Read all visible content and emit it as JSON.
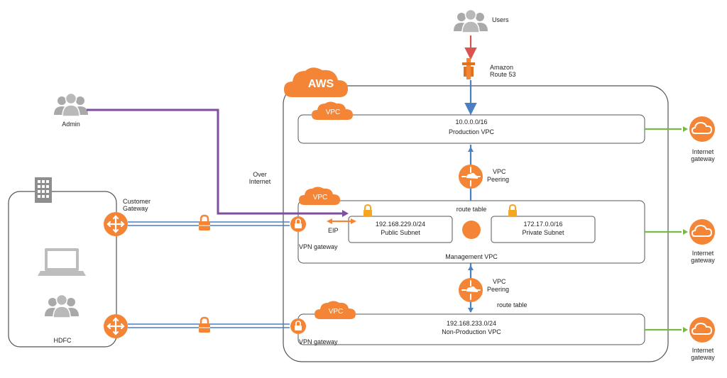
{
  "nodes": {
    "users": "Users",
    "route53": [
      "Amazon",
      "Route 53"
    ],
    "admin": "Admin",
    "aws": "AWS",
    "over_internet": [
      "Over",
      "Internet"
    ],
    "customer_gateway": [
      "Customer",
      "Gateway"
    ],
    "hdfc": "HDFC",
    "eip": "EIP",
    "vpn_gateway_mgmt": "VPN gateway",
    "vpn_gateway_nonprod": "VPN gateway"
  },
  "vpcs": {
    "badge": "VPC",
    "production": {
      "cidr": "10.0.0.0/16",
      "name": "Production VPC"
    },
    "management": {
      "name": "Management VPC",
      "route_table": "route table"
    },
    "nonprod": {
      "cidr": "192.168.233.0/24",
      "name": "Non-Production VPC",
      "route_table": "route table"
    }
  },
  "subnets": {
    "public": {
      "cidr": "192.168.229.0/24",
      "name": "Public Subnet"
    },
    "private": {
      "cidr": "172.17.0.0/16",
      "name": "Private Subnet"
    }
  },
  "peering": [
    "VPC",
    "Peering"
  ],
  "internet_gateway": [
    "Internet",
    "gateway"
  ],
  "colors": {
    "orange": "#f58536",
    "blue": "#4a7fc1",
    "purple": "#7f4ea0",
    "red": "#d9534f",
    "green": "#7ab648",
    "gray_icon": "#a9a9a9",
    "border": "#555555"
  },
  "icons": {
    "users": "users-group-icon",
    "admin": "users-group-icon",
    "route53": "route53-icon",
    "router": "router-icon",
    "lock": "lock-icon",
    "cloud": "cloud-icon",
    "building": "building-icon",
    "laptop": "laptop-icon"
  }
}
